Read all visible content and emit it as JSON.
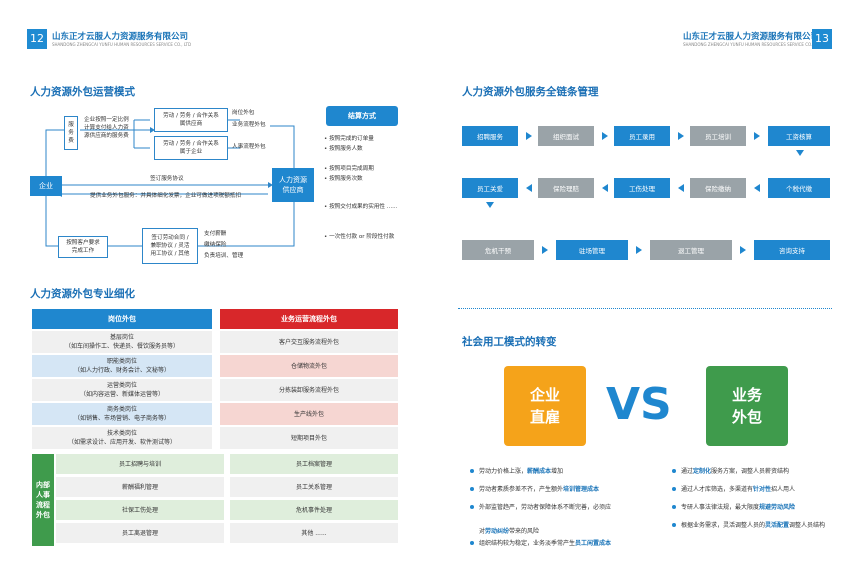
{
  "left": {
    "page_number": "12",
    "company_cn": "山东正才云服人力资源服务有限公司",
    "company_en": "SHANDONG ZHENGCAI YUNFU HUMAN RESOURCES SERVICE CO., LTD",
    "sec1_title": "人力资源外包运营模式",
    "diagram": {
      "fee_label": "服务费",
      "fee_text": [
        "企业按照一定比例",
        "计算支付给人力资",
        "源供应商的服务费"
      ],
      "box1": [
        "劳动 / 劳务 / 合作关系",
        "属供应商"
      ],
      "box2": [
        "劳动 / 劳务 / 合作关系",
        "属于企业"
      ],
      "right1": [
        "岗位外包",
        "业务流程外包"
      ],
      "right2": "人事流程外包",
      "enterprise": "企业",
      "supplier": [
        "人力资源",
        "供应商"
      ],
      "contract": "签订服务协议",
      "provide": "提供业务外包服务：并具体细化发票，企业可做进项税额抵扣",
      "req": [
        "按照客户要求",
        "完成工作"
      ],
      "box3": [
        "签订劳动合同 /",
        "兼职协议 / 灵活",
        "用工协议 / 其他"
      ],
      "box3_right": [
        "支付薪酬",
        "缴纳保险",
        "负责培训、管理"
      ],
      "settle_title": "结算方式",
      "settle": [
        "按照完成的订单量",
        "按照服务人数",
        "按照项目完成周期",
        "按照服务次数",
        "按照交付成果的实用性 ......",
        "一次性付款 or 阶段性付款"
      ]
    },
    "sec2_title": "人力资源外包专业细化",
    "table": {
      "h1": "岗位外包",
      "h2": "业务运营流程外包",
      "rows": [
        {
          "a1": "基层岗位",
          "a2": "（如车间操作工、快递员、餐饮服务员等）",
          "b": "客户交互服务流程外包"
        },
        {
          "a1": "职能类岗位",
          "a2": "（如人力行政、财务会计、文秘等）",
          "b": "仓储物流外包"
        },
        {
          "a1": "运营类岗位",
          "a2": "（如内容运营、新媒体运营等）",
          "b": "分拣装卸服务流程外包"
        },
        {
          "a1": "商务类岗位",
          "a2": "（如销售、市场营销、电子商务等）",
          "b": "生产线外包"
        },
        {
          "a1": "技术类岗位",
          "a2": "（如需求设计、应用开发、软件测试等）",
          "b": "短期项目外包"
        }
      ]
    },
    "internal": {
      "label": "内部人事流程外包",
      "rows": [
        [
          "员工招聘与培训",
          "员工档案管理"
        ],
        [
          "薪酬福利管理",
          "员工关系管理"
        ],
        [
          "社保工伤处理",
          "危机事件处理"
        ],
        [
          "员工离退管理",
          "其他 ......"
        ]
      ]
    }
  },
  "right": {
    "page_number": "13",
    "company_cn": "山东正才云服人力资源服务有限公司",
    "company_en": "SHANDONG ZHENGCAI YUNFU HUMAN RESOURCES SERVICE CO., LTD",
    "sec1_title": "人力资源外包服务全链条管理",
    "chain": {
      "row1": [
        "招聘服务",
        "组织面试",
        "员工录用",
        "员工培训",
        "工资核算"
      ],
      "row2": [
        "员工关爱",
        "保险理赔",
        "工伤处理",
        "保险缴纳",
        "个税代缴"
      ],
      "row3": [
        "危机干预",
        "驻场管理",
        "退工管理",
        "咨询支持"
      ]
    },
    "sec2_title": "社会用工模式的转变",
    "vs": {
      "left": [
        "企业",
        "直雇"
      ],
      "middle": "VS",
      "right": [
        "业务",
        "外包"
      ]
    },
    "bullets_left": [
      {
        "pre": "劳动力价格上涨，",
        "hl": "薪酬成本",
        "post": "增加"
      },
      {
        "pre": "劳动者素质参差不齐，产生额外",
        "hl": "培训管理成本",
        "post": ""
      },
      {
        "pre": "外部监管趋严，劳动者保障体系不断完善，必须应",
        "hl": "",
        "post": ""
      },
      {
        "pre": "对",
        "hl": "劳动纠纷",
        "post": "带来的风险"
      },
      {
        "pre": "组织结构较为稳定，业务淡季常产生",
        "hl": "员工闲置成本",
        "post": ""
      }
    ],
    "bullets_right": [
      {
        "pre": "通过",
        "hl": "定制化",
        "post": "服务方案，调整人员薪资结构"
      },
      {
        "pre": "通过人才库筛选，多渠道有",
        "hl": "针对性",
        "post": "招人用人"
      },
      {
        "pre": "专研人事法律法规，最大限度",
        "hl": "规避劳动风险",
        "post": ""
      },
      {
        "pre": "根据业务需求，灵活调整人员的",
        "hl": "灵活配置",
        "post": "调整人员结构"
      }
    ]
  },
  "colors": {
    "blue": "#1f87cf",
    "red": "#d8272a",
    "green": "#3f9b4c",
    "orange": "#f5a31a"
  }
}
